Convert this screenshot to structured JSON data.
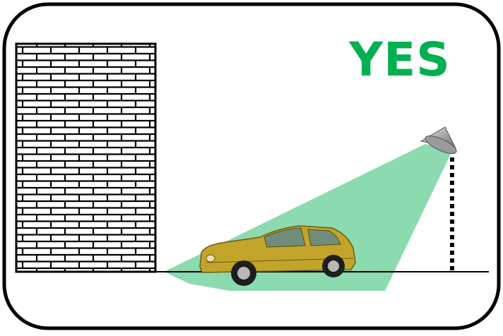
{
  "verdict": {
    "text": "YES",
    "color": "#00b050"
  },
  "scene": {
    "elements": [
      "brick-wall",
      "ground-line",
      "detection-beam",
      "car",
      "sensor",
      "sensor-pole"
    ],
    "beam_color": "#7fd6a6",
    "car_color": "#c3a42a",
    "sensor_color": "#8a8a8a"
  }
}
